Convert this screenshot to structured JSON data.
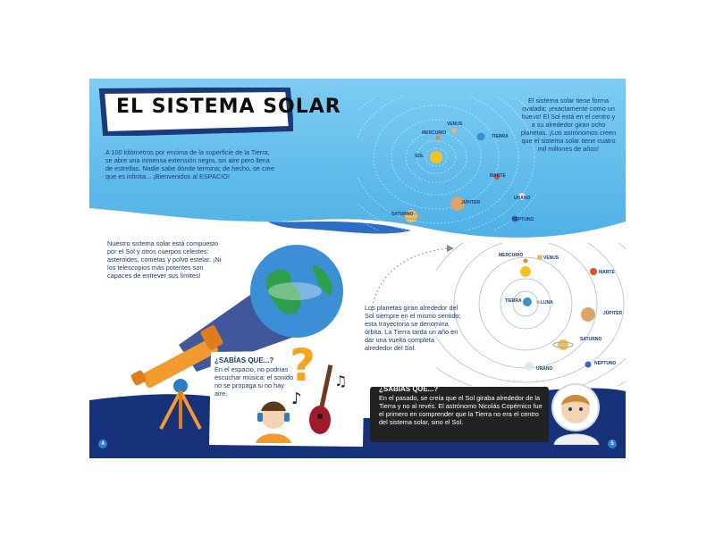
{
  "title": "EL SISTEMA SOLAR",
  "intro": "A 100 kilómetros por encima de la superficie de la Tierra, se abre una inmensa extensión negra, sin aire pero llena de estrellas. Nadie sabe dónde termina; de hecho, se cree que es infinita... ¡Bienvenidos al ESPACIO!",
  "ellipse_text": "El sistema solar tiene forma ovalada; ¡exactamente como un huevo! El Sol está en el centro y a su alrededor giran ocho planetas. ¡Los astrónomos creen que el sistema solar tiene cuatro mil millones de años!",
  "system_text": "Nuestro sistema solar está compuesto por el Sol y otros cuerpos celestes: asteroides, cometas y polvo estelar. ¡Ni los telescopios más potentes son capaces de entrever sus límites!",
  "orbit_text": "Los planetas giran alrededor del Sol siempre en el mismo sentido; esta trayectoria se denomina órbita. La Tierra tarda un año en dar una vuelta completa alrededor del Sol.",
  "fact_left": {
    "title": "¿SABÍAS QUE...?",
    "body": "En el espacio, no podrías escuchar música: el sonido no se propaga si no hay aire."
  },
  "fact_right": {
    "title": "¿SABÍAS QUE...?",
    "body": "En el pasado, se creía que el Sol giraba alrededor de la Tierra y no al revés. El astrónomo Nicolás Copérnico fue el primero en comprender que la Tierra no era el centro del sistema solar, sino el Sol."
  },
  "top_diagram_labels": {
    "sol": "SOL",
    "mercurio": "MERCURIO",
    "venus": "VENUS",
    "tierra": "TIERRA",
    "marte": "MARTE",
    "jupiter": "JÚPITER",
    "saturno": "SATURNO",
    "urano": "URANO",
    "neptuno": "NEPTUNO"
  },
  "bottom_diagram_labels": {
    "mercurio": "MERCURIO",
    "venus": "VENUS",
    "marte": "MARTE",
    "tierra": "TIERRA",
    "luna": "LUNA",
    "jupiter": "JÚPITER",
    "saturno": "SATURNO",
    "urano": "URANO",
    "neptuno": "NEPTUNO"
  },
  "page_numbers": {
    "left": "4",
    "right": "5"
  },
  "colors": {
    "sky": "#6cc3ee",
    "navy": "#17317a",
    "title_border": "#1a3a7a",
    "sun": "#f6c21b",
    "fact_box": "#222222"
  },
  "icons": [
    "telescope-icon",
    "earth-icon",
    "question-mark-icon",
    "music-note-icon",
    "guitar-icon",
    "child-headphones-icon",
    "astronaut-child-icon"
  ]
}
